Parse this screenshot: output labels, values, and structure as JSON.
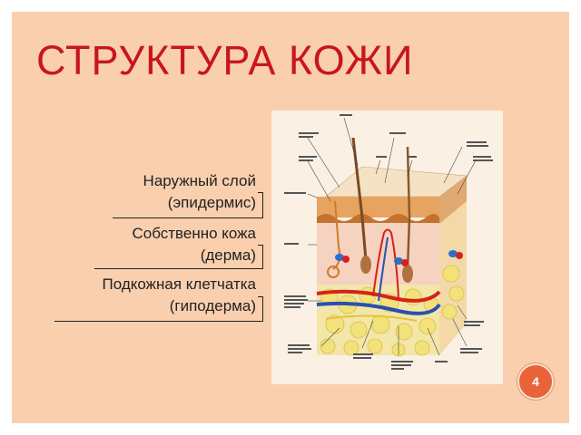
{
  "slide": {
    "title": "СТРУКТУРА КОЖИ",
    "page_number": "4",
    "layers": [
      {
        "line1": "Наружный слой",
        "line2": "(эпидермис)"
      },
      {
        "line1": "Собственно кожа",
        "line2": "(дерма)"
      },
      {
        "line1": "Подкожная клетчатка",
        "line2": "(гиподерма)"
      }
    ],
    "colors": {
      "title": "#c8161d",
      "panel": "#f9cfae",
      "badge": "#e8633a"
    }
  }
}
